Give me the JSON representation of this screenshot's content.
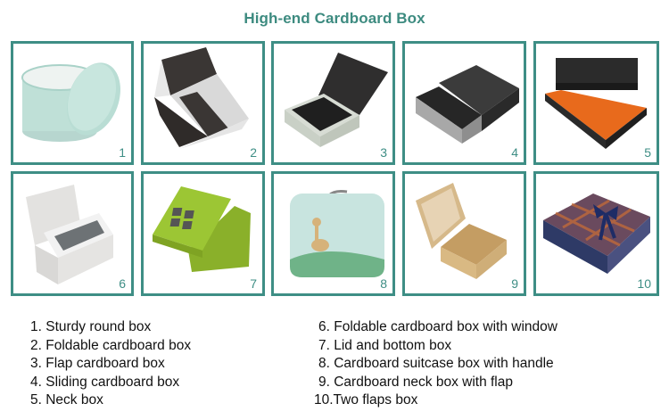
{
  "title": "High-end Cardboard Box",
  "accent_color": "#3e8e85",
  "tiles": [
    {
      "number": "1",
      "name": "sturdy-round-box-image"
    },
    {
      "number": "2",
      "name": "foldable-cardboard-box-image"
    },
    {
      "number": "3",
      "name": "flap-cardboard-box-image"
    },
    {
      "number": "4",
      "name": "sliding-cardboard-box-image"
    },
    {
      "number": "5",
      "name": "neck-box-image"
    },
    {
      "number": "6",
      "name": "foldable-box-with-window-image"
    },
    {
      "number": "7",
      "name": "lid-and-bottom-box-image"
    },
    {
      "number": "8",
      "name": "suitcase-box-with-handle-image"
    },
    {
      "number": "9",
      "name": "neck-box-with-flap-image"
    },
    {
      "number": "10",
      "name": "two-flaps-box-image"
    }
  ],
  "legend_left": [
    "1. Sturdy round box",
    "2. Foldable cardboard box",
    "3. Flap cardboard box",
    "4. Sliding cardboard box",
    "5. Neck box"
  ],
  "legend_right": [
    "6. Foldable cardboard box with window",
    "7. Lid and bottom box",
    "8. Cardboard suitcase box with handle",
    "9. Cardboard neck box with flap",
    "10.Two flaps box"
  ]
}
